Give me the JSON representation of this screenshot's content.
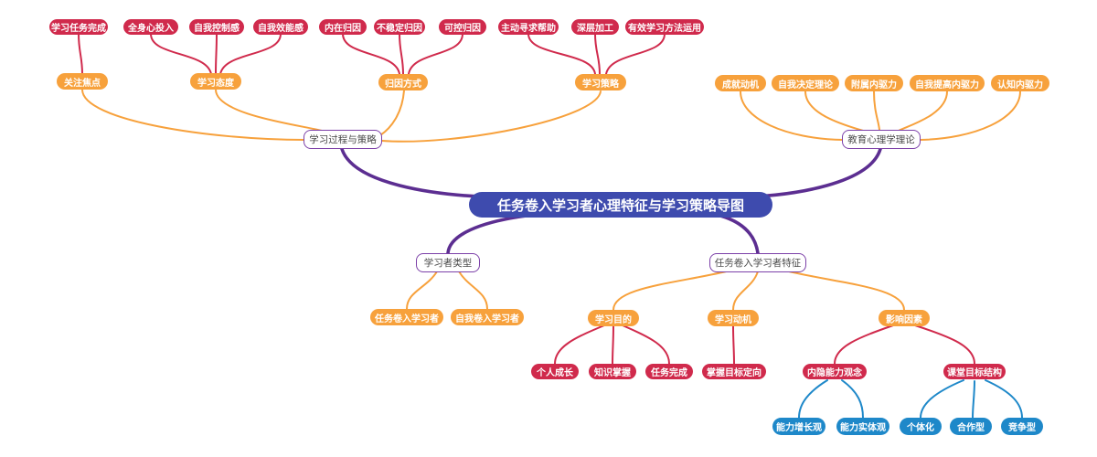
{
  "title": "任务卷入学习者心理特征与学习策略导图",
  "colors": {
    "central_bg": "#3E4BAE",
    "branch_purple": "#5C2E91",
    "red": "#D02A4C",
    "orange": "#F7A13C",
    "blue": "#1E88C9",
    "white_node_border": "#7C40A8"
  },
  "nodes": {
    "central": {
      "label": "任务卷入学习者心理特征与学习策略导图"
    },
    "process": {
      "label": "学习过程与策略"
    },
    "edu": {
      "label": "教育心理学理论"
    },
    "type": {
      "label": "学习者类型"
    },
    "feat": {
      "label": "任务卷入学习者特征"
    },
    "o1": {
      "label": "关注焦点"
    },
    "o2": {
      "label": "学习态度"
    },
    "o3": {
      "label": "归因方式"
    },
    "o4": {
      "label": "学习策略"
    },
    "o5": {
      "label": "成就动机"
    },
    "o6": {
      "label": "自我决定理论"
    },
    "o7": {
      "label": "附属内驱力"
    },
    "o8": {
      "label": "自我提高内驱力"
    },
    "o9": {
      "label": "认知内驱力"
    },
    "o10": {
      "label": "任务卷入学习者"
    },
    "o11": {
      "label": "自我卷入学习者"
    },
    "o12": {
      "label": "学习目的"
    },
    "o13": {
      "label": "学习动机"
    },
    "o14": {
      "label": "影响因素"
    },
    "r1": {
      "label": "学习任务完成"
    },
    "r2": {
      "label": "全身心投入"
    },
    "r3": {
      "label": "自我控制感"
    },
    "r4": {
      "label": "自我效能感"
    },
    "r5": {
      "label": "内在归因"
    },
    "r6": {
      "label": "不稳定归因"
    },
    "r7": {
      "label": "可控归因"
    },
    "r8": {
      "label": "主动寻求帮助"
    },
    "r9": {
      "label": "深层加工"
    },
    "r10": {
      "label": "有效学习方法运用"
    },
    "r11": {
      "label": "个人成长"
    },
    "r12": {
      "label": "知识掌握"
    },
    "r13": {
      "label": "任务完成"
    },
    "r14": {
      "label": "掌握目标定向"
    },
    "r15": {
      "label": "内隐能力观念"
    },
    "r16": {
      "label": "课堂目标结构"
    },
    "b1": {
      "label": "能力增长观"
    },
    "b2": {
      "label": "能力实体观"
    },
    "b3": {
      "label": "个体化"
    },
    "b4": {
      "label": "合作型"
    },
    "b5": {
      "label": "竞争型"
    }
  },
  "edges": [
    {
      "from": "o1",
      "to": "r1"
    },
    {
      "from": "o2",
      "to": "r2"
    },
    {
      "from": "o2",
      "to": "r3"
    },
    {
      "from": "o2",
      "to": "r4"
    },
    {
      "from": "o3",
      "to": "r5"
    },
    {
      "from": "o3",
      "to": "r6"
    },
    {
      "from": "o3",
      "to": "r7"
    },
    {
      "from": "o4",
      "to": "r8"
    },
    {
      "from": "o4",
      "to": "r9"
    },
    {
      "from": "o4",
      "to": "r10"
    },
    {
      "from": "process",
      "to": "o1"
    },
    {
      "from": "process",
      "to": "o2"
    },
    {
      "from": "process",
      "to": "o3"
    },
    {
      "from": "process",
      "to": "o4"
    },
    {
      "from": "edu",
      "to": "o5"
    },
    {
      "from": "edu",
      "to": "o6"
    },
    {
      "from": "edu",
      "to": "o7"
    },
    {
      "from": "edu",
      "to": "o8"
    },
    {
      "from": "edu",
      "to": "o9"
    },
    {
      "from": "central",
      "to": "process"
    },
    {
      "from": "central",
      "to": "edu"
    },
    {
      "from": "central",
      "to": "type"
    },
    {
      "from": "central",
      "to": "feat"
    },
    {
      "from": "type",
      "to": "o10"
    },
    {
      "from": "type",
      "to": "o11"
    },
    {
      "from": "feat",
      "to": "o12"
    },
    {
      "from": "feat",
      "to": "o13"
    },
    {
      "from": "feat",
      "to": "o14"
    },
    {
      "from": "o12",
      "to": "r11"
    },
    {
      "from": "o12",
      "to": "r12"
    },
    {
      "from": "o12",
      "to": "r13"
    },
    {
      "from": "o13",
      "to": "r14"
    },
    {
      "from": "o14",
      "to": "r15"
    },
    {
      "from": "o14",
      "to": "r16"
    },
    {
      "from": "r15",
      "to": "b1"
    },
    {
      "from": "r15",
      "to": "b2"
    },
    {
      "from": "r16",
      "to": "b3"
    },
    {
      "from": "r16",
      "to": "b4"
    },
    {
      "from": "r16",
      "to": "b5"
    }
  ]
}
